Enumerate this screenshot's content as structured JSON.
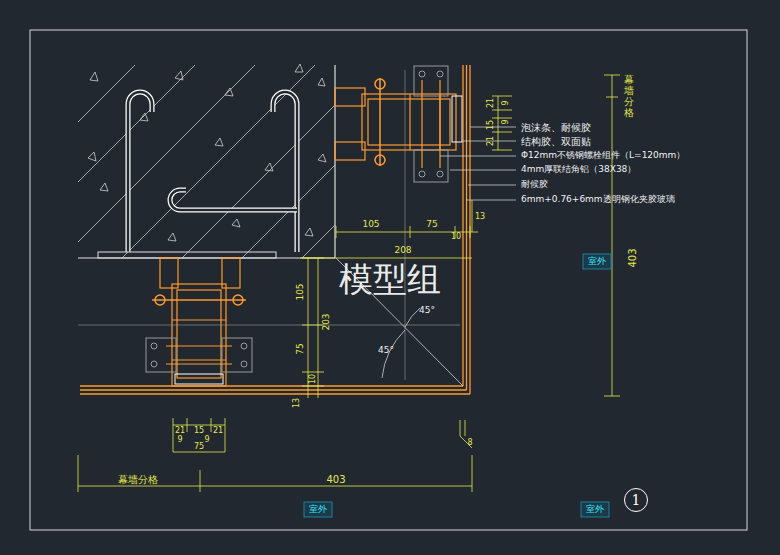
{
  "diagram": {
    "nodes": [
      {
        "text": [
          "1"
        ]
      }
    ],
    "labels": [
      "泡沫条、耐候胶",
      "结构胶、双面贴",
      "Φ12mm不锈钢螺栓组件（L=120mm）",
      "4mm厚联结角铝（38X38）",
      "耐候胶",
      "6mm+0.76+6mm透明钢化夹胶玻璃",
      "幕墙分格",
      "403",
      "105",
      "75",
      "208",
      "13",
      "10",
      "105",
      "203",
      "75",
      "10",
      "13",
      "45°",
      "45°",
      "21",
      "15",
      "21",
      "9",
      "9",
      "75",
      "8",
      "21",
      "9",
      "15",
      "21",
      "9",
      "幕墙分格",
      "403",
      "室外",
      "室外",
      "室外",
      "模型组"
    ]
  }
}
